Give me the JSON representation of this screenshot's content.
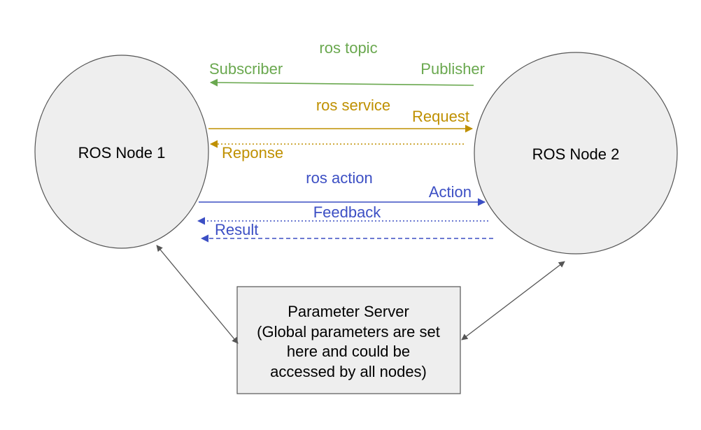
{
  "colors": {
    "topic": "#6aa84f",
    "service": "#bf9000",
    "action": "#3c4fc4",
    "node_fill": "#eeeeee",
    "node_stroke": "#555555",
    "server_fill": "#eeeeee",
    "link": "#555555",
    "text": "#000000"
  },
  "nodes": {
    "node1": {
      "label": "ROS Node 1"
    },
    "node2": {
      "label": "ROS Node 2"
    }
  },
  "topic": {
    "title": "ros topic",
    "subscriber": "Subscriber",
    "publisher": "Publisher"
  },
  "service": {
    "title": "ros service",
    "request": "Request",
    "response": "Reponse"
  },
  "action": {
    "title": "ros action",
    "action": "Action",
    "feedback": "Feedback",
    "result": "Result"
  },
  "parameter_server": {
    "lines": [
      "Parameter Server",
      "(Global parameters are set",
      "here and could be",
      "accessed by all nodes)"
    ]
  }
}
